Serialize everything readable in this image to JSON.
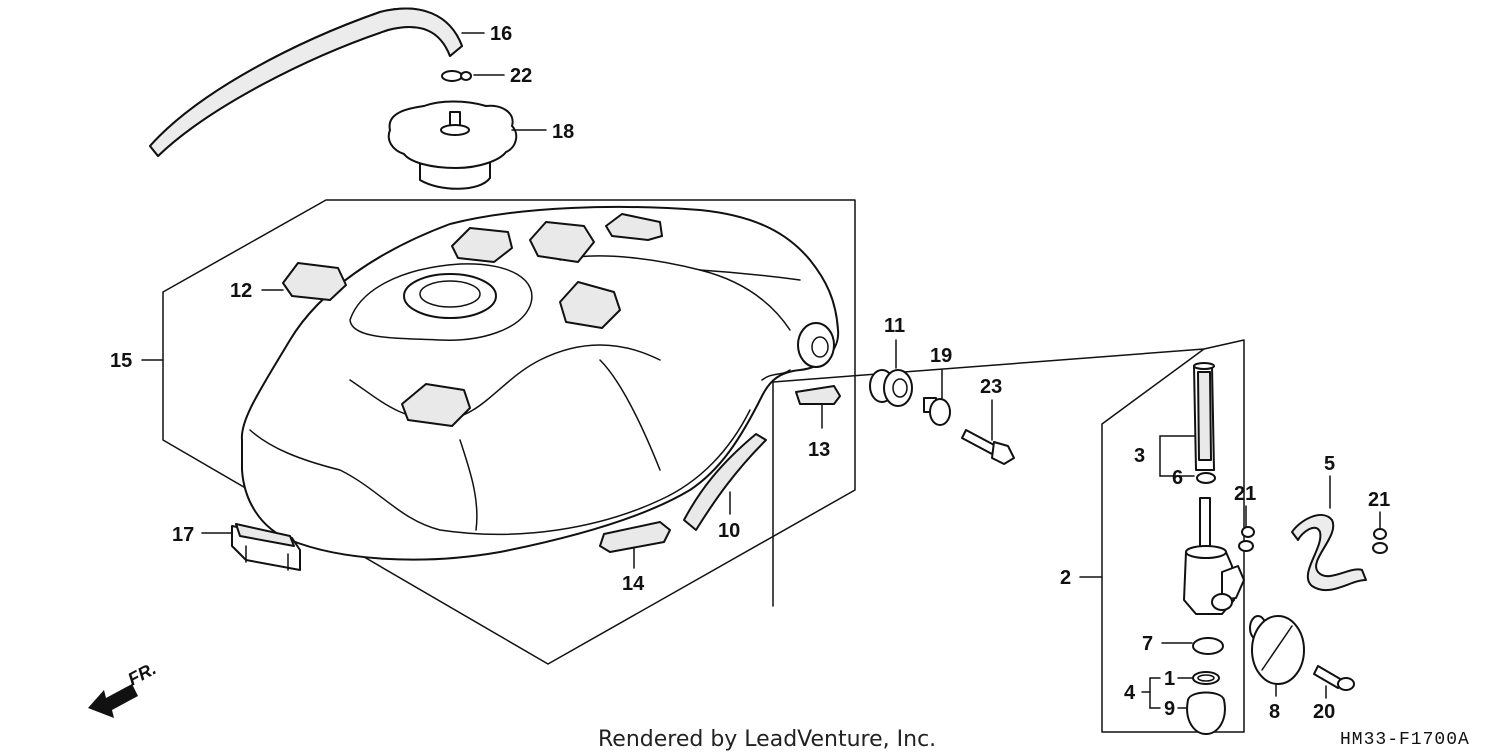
{
  "diagram": {
    "labels": {
      "l1": "1",
      "l2": "2",
      "l3": "3",
      "l4": "4",
      "l5": "5",
      "l6": "6",
      "l7": "7",
      "l8": "8",
      "l9": "9",
      "l10": "10",
      "l11": "11",
      "l12": "12",
      "l13": "13",
      "l14": "14",
      "l15": "15",
      "l16": "16",
      "l17": "17",
      "l18": "18",
      "l19": "19",
      "l20": "20",
      "l21a": "21",
      "l21b": "21",
      "l22": "22",
      "l23": "23"
    },
    "direction_label": "FR.",
    "credit": "Rendered by LeadVenture, Inc.",
    "diagram_code": "HM33-F1700A"
  },
  "colors": {
    "line": "#111111",
    "fill": "#ffffff",
    "dot_fill": "#e9e9e9"
  }
}
